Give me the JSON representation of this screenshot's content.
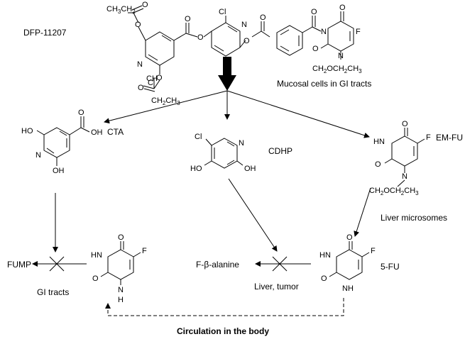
{
  "compounds": {
    "dfp": "DFP-11207",
    "cta": "CTA",
    "cdhp": "CDHP",
    "emfu": "EM-FU",
    "fu": "5-FU",
    "fump": "FUMP",
    "fbal": "F-β-alanine"
  },
  "locations": {
    "mucosal": "Mucosal cells in GI tracts",
    "liver_microsomes": "Liver microsomes",
    "liver_tumor": "Liver, tumor",
    "gi_tracts": "GI tracts",
    "circulation": "Circulation in the body"
  },
  "atoms": {
    "ch3ch2": "CH",
    "sub2": "2",
    "c": "C",
    "ch3": "CH",
    "sub3": "3",
    "cl": "Cl",
    "n": "N",
    "o": "O",
    "f": "F",
    "h": "H",
    "ho": "HO",
    "oh": "OH",
    "hn": "HN",
    "cooh": "OH",
    "ch2och2ch3_a": "CH",
    "ch2och2ch3_b": "OCH",
    "ch2och2ch3_c": "CH"
  },
  "colors": {
    "ink": "#000000",
    "background": "#ffffff"
  }
}
